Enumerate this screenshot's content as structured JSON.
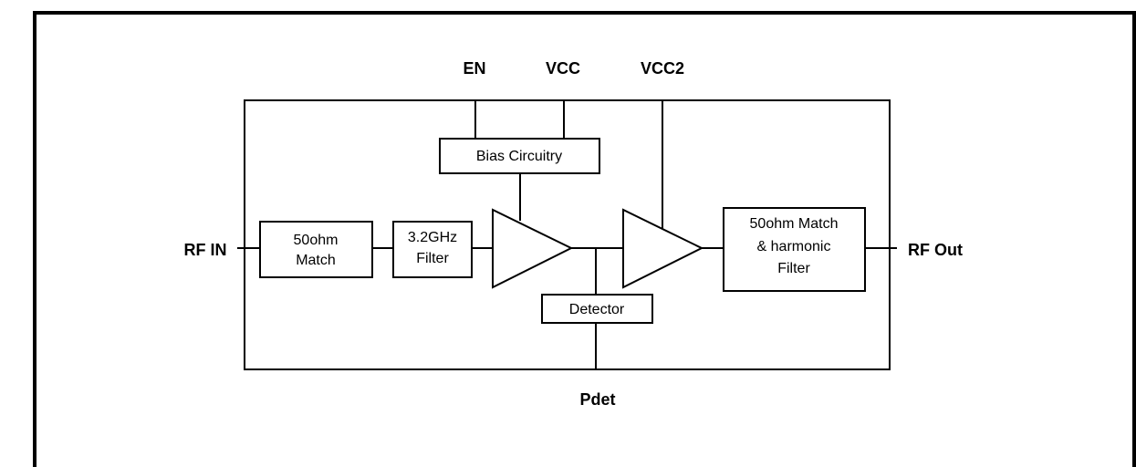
{
  "pins": {
    "en": "EN",
    "vcc": "VCC",
    "vcc2": "VCC2",
    "rf_in": "RF IN",
    "rf_out": "RF Out",
    "pdet": "Pdet"
  },
  "blocks": {
    "bias": [
      "Bias Circuitry"
    ],
    "match_in": [
      "50ohm",
      "Match"
    ],
    "filter": [
      "3.2GHz",
      "Filter"
    ],
    "detector": [
      "Detector"
    ],
    "match_out": [
      "50ohm Match",
      "& harmonic",
      "Filter"
    ]
  }
}
